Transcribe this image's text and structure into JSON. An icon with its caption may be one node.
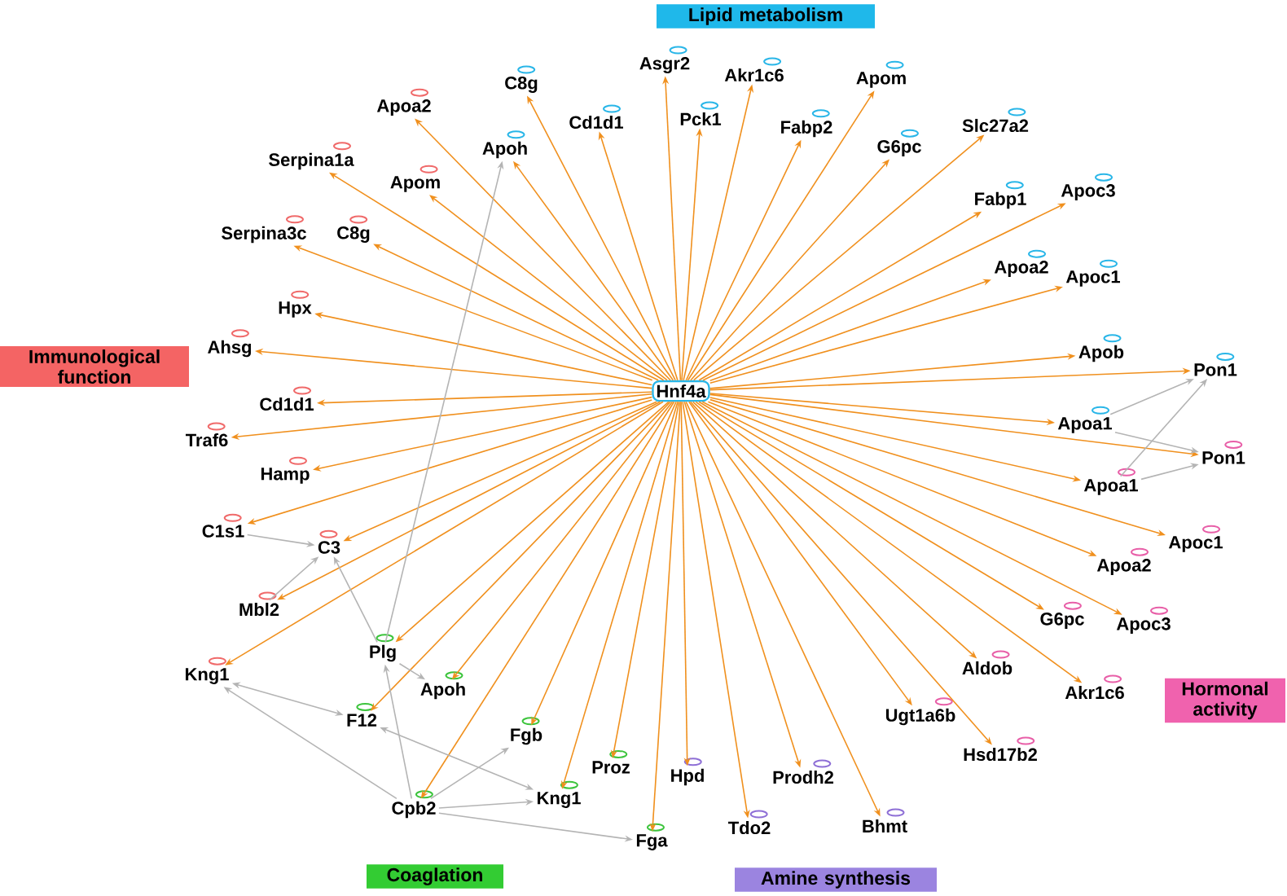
{
  "diagram": {
    "nodes": [
      {
        "text": [
          "Hnf4a"
        ]
      },
      {
        "text": [
          "C8g"
        ]
      },
      {
        "text": [
          "Asgr2"
        ]
      },
      {
        "text": [
          "Akr1c6"
        ]
      },
      {
        "text": [
          "Apom"
        ]
      },
      {
        "text": [
          "Cd1d1"
        ]
      },
      {
        "text": [
          "Pck1"
        ]
      },
      {
        "text": [
          "Fabp2"
        ]
      },
      {
        "text": [
          "G6pc"
        ]
      },
      {
        "text": [
          "Slc27a2"
        ]
      },
      {
        "text": [
          "Apoh"
        ]
      },
      {
        "text": [
          "Fabp1"
        ]
      },
      {
        "text": [
          "Apoc3"
        ]
      },
      {
        "text": [
          "Apoa2"
        ]
      },
      {
        "text": [
          "Apoc1"
        ]
      },
      {
        "text": [
          "Apob"
        ]
      },
      {
        "text": [
          "Pon1"
        ]
      },
      {
        "text": [
          "Apoa1"
        ]
      },
      {
        "text": [
          "Apoa2"
        ]
      },
      {
        "text": [
          "Serpina1a"
        ]
      },
      {
        "text": [
          "Apom"
        ]
      },
      {
        "text": [
          "Serpina3c"
        ]
      },
      {
        "text": [
          "C8g"
        ]
      },
      {
        "text": [
          "Hpx"
        ]
      },
      {
        "text": [
          "Ahsg"
        ]
      },
      {
        "text": [
          "Cd1d1"
        ]
      },
      {
        "text": [
          "Traf6"
        ]
      },
      {
        "text": [
          "Hamp"
        ]
      },
      {
        "text": [
          "C1s1"
        ]
      },
      {
        "text": [
          "C3"
        ]
      },
      {
        "text": [
          "Mbl2"
        ]
      },
      {
        "text": [
          "Kng1"
        ]
      },
      {
        "text": [
          "Pon1"
        ]
      },
      {
        "text": [
          "Apoa1"
        ]
      },
      {
        "text": [
          "Apoc1"
        ]
      },
      {
        "text": [
          "Apoa2"
        ]
      },
      {
        "text": [
          "G6pc"
        ]
      },
      {
        "text": [
          "Apoc3"
        ]
      },
      {
        "text": [
          "Aldob"
        ]
      },
      {
        "text": [
          "Akr1c6"
        ]
      },
      {
        "text": [
          "Ugt1a6b"
        ]
      },
      {
        "text": [
          "Hsd17b2"
        ]
      },
      {
        "text": [
          "Hpd"
        ]
      },
      {
        "text": [
          "Prodh2"
        ]
      },
      {
        "text": [
          "Tdo2"
        ]
      },
      {
        "text": [
          "Bhmt"
        ]
      },
      {
        "text": [
          "Plg"
        ]
      },
      {
        "text": [
          "Apoh"
        ]
      },
      {
        "text": [
          "F12"
        ]
      },
      {
        "text": [
          "Fgb"
        ]
      },
      {
        "text": [
          "Proz"
        ]
      },
      {
        "text": [
          "Kng1"
        ]
      },
      {
        "text": [
          "Cpb2"
        ]
      },
      {
        "text": [
          "Fga"
        ]
      },
      {
        "text": [
          "Lipid metabolism"
        ]
      },
      {
        "text": [
          "Immunological function"
        ]
      },
      {
        "text": [
          "Hormonal activity"
        ]
      },
      {
        "text": [
          "Coaglation"
        ]
      },
      {
        "text": [
          "Amine synthesis"
        ]
      }
    ],
    "edges": [
      {
        "from": 0,
        "to": 1,
        "arrow": "to"
      },
      {
        "from": 0,
        "to": 2,
        "arrow": "to"
      },
      {
        "from": 0,
        "to": 3,
        "arrow": "to"
      },
      {
        "from": 0,
        "to": 4,
        "arrow": "to"
      },
      {
        "from": 0,
        "to": 5,
        "arrow": "to"
      },
      {
        "from": 0,
        "to": 6,
        "arrow": "to"
      },
      {
        "from": 0,
        "to": 7,
        "arrow": "to"
      },
      {
        "from": 0,
        "to": 8,
        "arrow": "to"
      },
      {
        "from": 0,
        "to": 9,
        "arrow": "to"
      },
      {
        "from": 0,
        "to": 10,
        "arrow": "to"
      },
      {
        "from": 0,
        "to": 11,
        "arrow": "to"
      },
      {
        "from": 0,
        "to": 12,
        "arrow": "to"
      },
      {
        "from": 0,
        "to": 13,
        "arrow": "to"
      },
      {
        "from": 0,
        "to": 14,
        "arrow": "to"
      },
      {
        "from": 0,
        "to": 15,
        "arrow": "to"
      },
      {
        "from": 0,
        "to": 16,
        "arrow": "to"
      },
      {
        "from": 0,
        "to": 17,
        "arrow": "to"
      },
      {
        "from": 0,
        "to": 18,
        "arrow": "to"
      },
      {
        "from": 0,
        "to": 19,
        "arrow": "to"
      },
      {
        "from": 0,
        "to": 20,
        "arrow": "to"
      },
      {
        "from": 0,
        "to": 21,
        "arrow": "to"
      },
      {
        "from": 0,
        "to": 22,
        "arrow": "to"
      },
      {
        "from": 0,
        "to": 23,
        "arrow": "to"
      },
      {
        "from": 0,
        "to": 24,
        "arrow": "to"
      },
      {
        "from": 0,
        "to": 25,
        "arrow": "to"
      },
      {
        "from": 0,
        "to": 26,
        "arrow": "to"
      },
      {
        "from": 0,
        "to": 27,
        "arrow": "to"
      },
      {
        "from": 0,
        "to": 28,
        "arrow": "to"
      },
      {
        "from": 0,
        "to": 29,
        "arrow": "to"
      },
      {
        "from": 0,
        "to": 30,
        "arrow": "to"
      },
      {
        "from": 0,
        "to": 31,
        "arrow": "to"
      },
      {
        "from": 0,
        "to": 32,
        "arrow": "to"
      },
      {
        "from": 0,
        "to": 33,
        "arrow": "to"
      },
      {
        "from": 0,
        "to": 34,
        "arrow": "to"
      },
      {
        "from": 0,
        "to": 35,
        "arrow": "to"
      },
      {
        "from": 0,
        "to": 36,
        "arrow": "to"
      },
      {
        "from": 0,
        "to": 37,
        "arrow": "to"
      },
      {
        "from": 0,
        "to": 38,
        "arrow": "to"
      },
      {
        "from": 0,
        "to": 39,
        "arrow": "to"
      },
      {
        "from": 0,
        "to": 40,
        "arrow": "to"
      },
      {
        "from": 0,
        "to": 41,
        "arrow": "to"
      },
      {
        "from": 0,
        "to": 42,
        "arrow": "to"
      },
      {
        "from": 0,
        "to": 43,
        "arrow": "to"
      },
      {
        "from": 0,
        "to": 44,
        "arrow": "to"
      },
      {
        "from": 0,
        "to": 45,
        "arrow": "to"
      },
      {
        "from": 0,
        "to": 46,
        "arrow": "to"
      },
      {
        "from": 0,
        "to": 47,
        "arrow": "to"
      },
      {
        "from": 0,
        "to": 48,
        "arrow": "to"
      },
      {
        "from": 0,
        "to": 49,
        "arrow": "to"
      },
      {
        "from": 0,
        "to": 50,
        "arrow": "to"
      },
      {
        "from": 0,
        "to": 51,
        "arrow": "to"
      },
      {
        "from": 0,
        "to": 52,
        "arrow": "to"
      },
      {
        "from": 0,
        "to": 53,
        "arrow": "to"
      },
      {
        "from": 28,
        "to": 29,
        "arrow": "to",
        "color": "#b4b4b4"
      },
      {
        "from": 30,
        "to": 29,
        "arrow": "to",
        "color": "#b4b4b4"
      },
      {
        "from": 46,
        "to": 29,
        "arrow": "to",
        "color": "#b4b4b4"
      },
      {
        "from": 46,
        "to": 10,
        "arrow": "to",
        "color": "#b4b4b4"
      },
      {
        "from": 46,
        "to": 47,
        "arrow": "to",
        "color": "#b4b4b4"
      },
      {
        "from": 52,
        "to": 46,
        "arrow": "to",
        "color": "#b4b4b4"
      },
      {
        "from": 31,
        "to": 48,
        "arrow": "both",
        "color": "#b4b4b4"
      },
      {
        "from": 52,
        "to": 31,
        "arrow": "to",
        "color": "#b4b4b4"
      },
      {
        "from": 48,
        "to": 51,
        "arrow": "both",
        "color": "#b4b4b4"
      },
      {
        "from": 52,
        "to": 49,
        "arrow": "to",
        "color": "#b4b4b4"
      },
      {
        "from": 52,
        "to": 51,
        "arrow": "to",
        "color": "#b4b4b4"
      },
      {
        "from": 52,
        "to": 53,
        "arrow": "to",
        "color": "#b4b4b4"
      },
      {
        "from": 17,
        "to": 16,
        "arrow": "to",
        "color": "#b4b4b4"
      },
      {
        "from": 17,
        "to": 32,
        "arrow": "to",
        "color": "#b4b4b4"
      },
      {
        "from": 33,
        "to": 16,
        "arrow": "to",
        "color": "#b4b4b4"
      },
      {
        "from": 33,
        "to": 32,
        "arrow": "to",
        "color": "#b4b4b4"
      }
    ]
  }
}
